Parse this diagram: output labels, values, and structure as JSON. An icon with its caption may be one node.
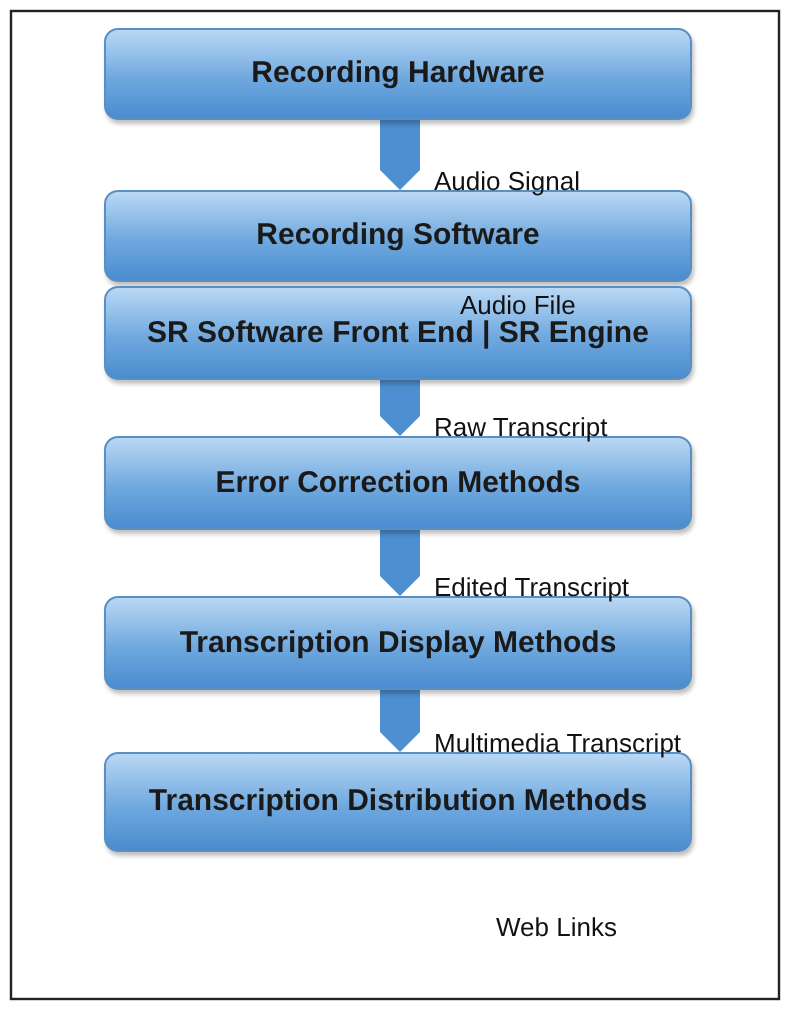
{
  "diagram": {
    "nodes": [
      {
        "text": [
          "Recording Hardware"
        ]
      },
      {
        "text": [
          "Recording Software"
        ]
      },
      {
        "text": [
          "SR Software Front End | SR Engine"
        ]
      },
      {
        "text": [
          "Error Correction Methods"
        ]
      },
      {
        "text": [
          "Transcription Display Methods"
        ]
      },
      {
        "text": [
          "Transcription Distribution Methods"
        ]
      }
    ],
    "edges": [
      {
        "from": 0,
        "to": 1,
        "arrow": "to",
        "label": "Audio Signal"
      },
      {
        "from": 2,
        "to": 3,
        "arrow": "to",
        "label": "Raw Transcript"
      },
      {
        "from": 3,
        "to": 4,
        "arrow": "to",
        "label": "Edited Transcript"
      },
      {
        "from": 4,
        "to": 5,
        "arrow": "to",
        "label": "Multimedia Transcript"
      }
    ],
    "labels": [
      "Audio File",
      "Web Links"
    ]
  }
}
